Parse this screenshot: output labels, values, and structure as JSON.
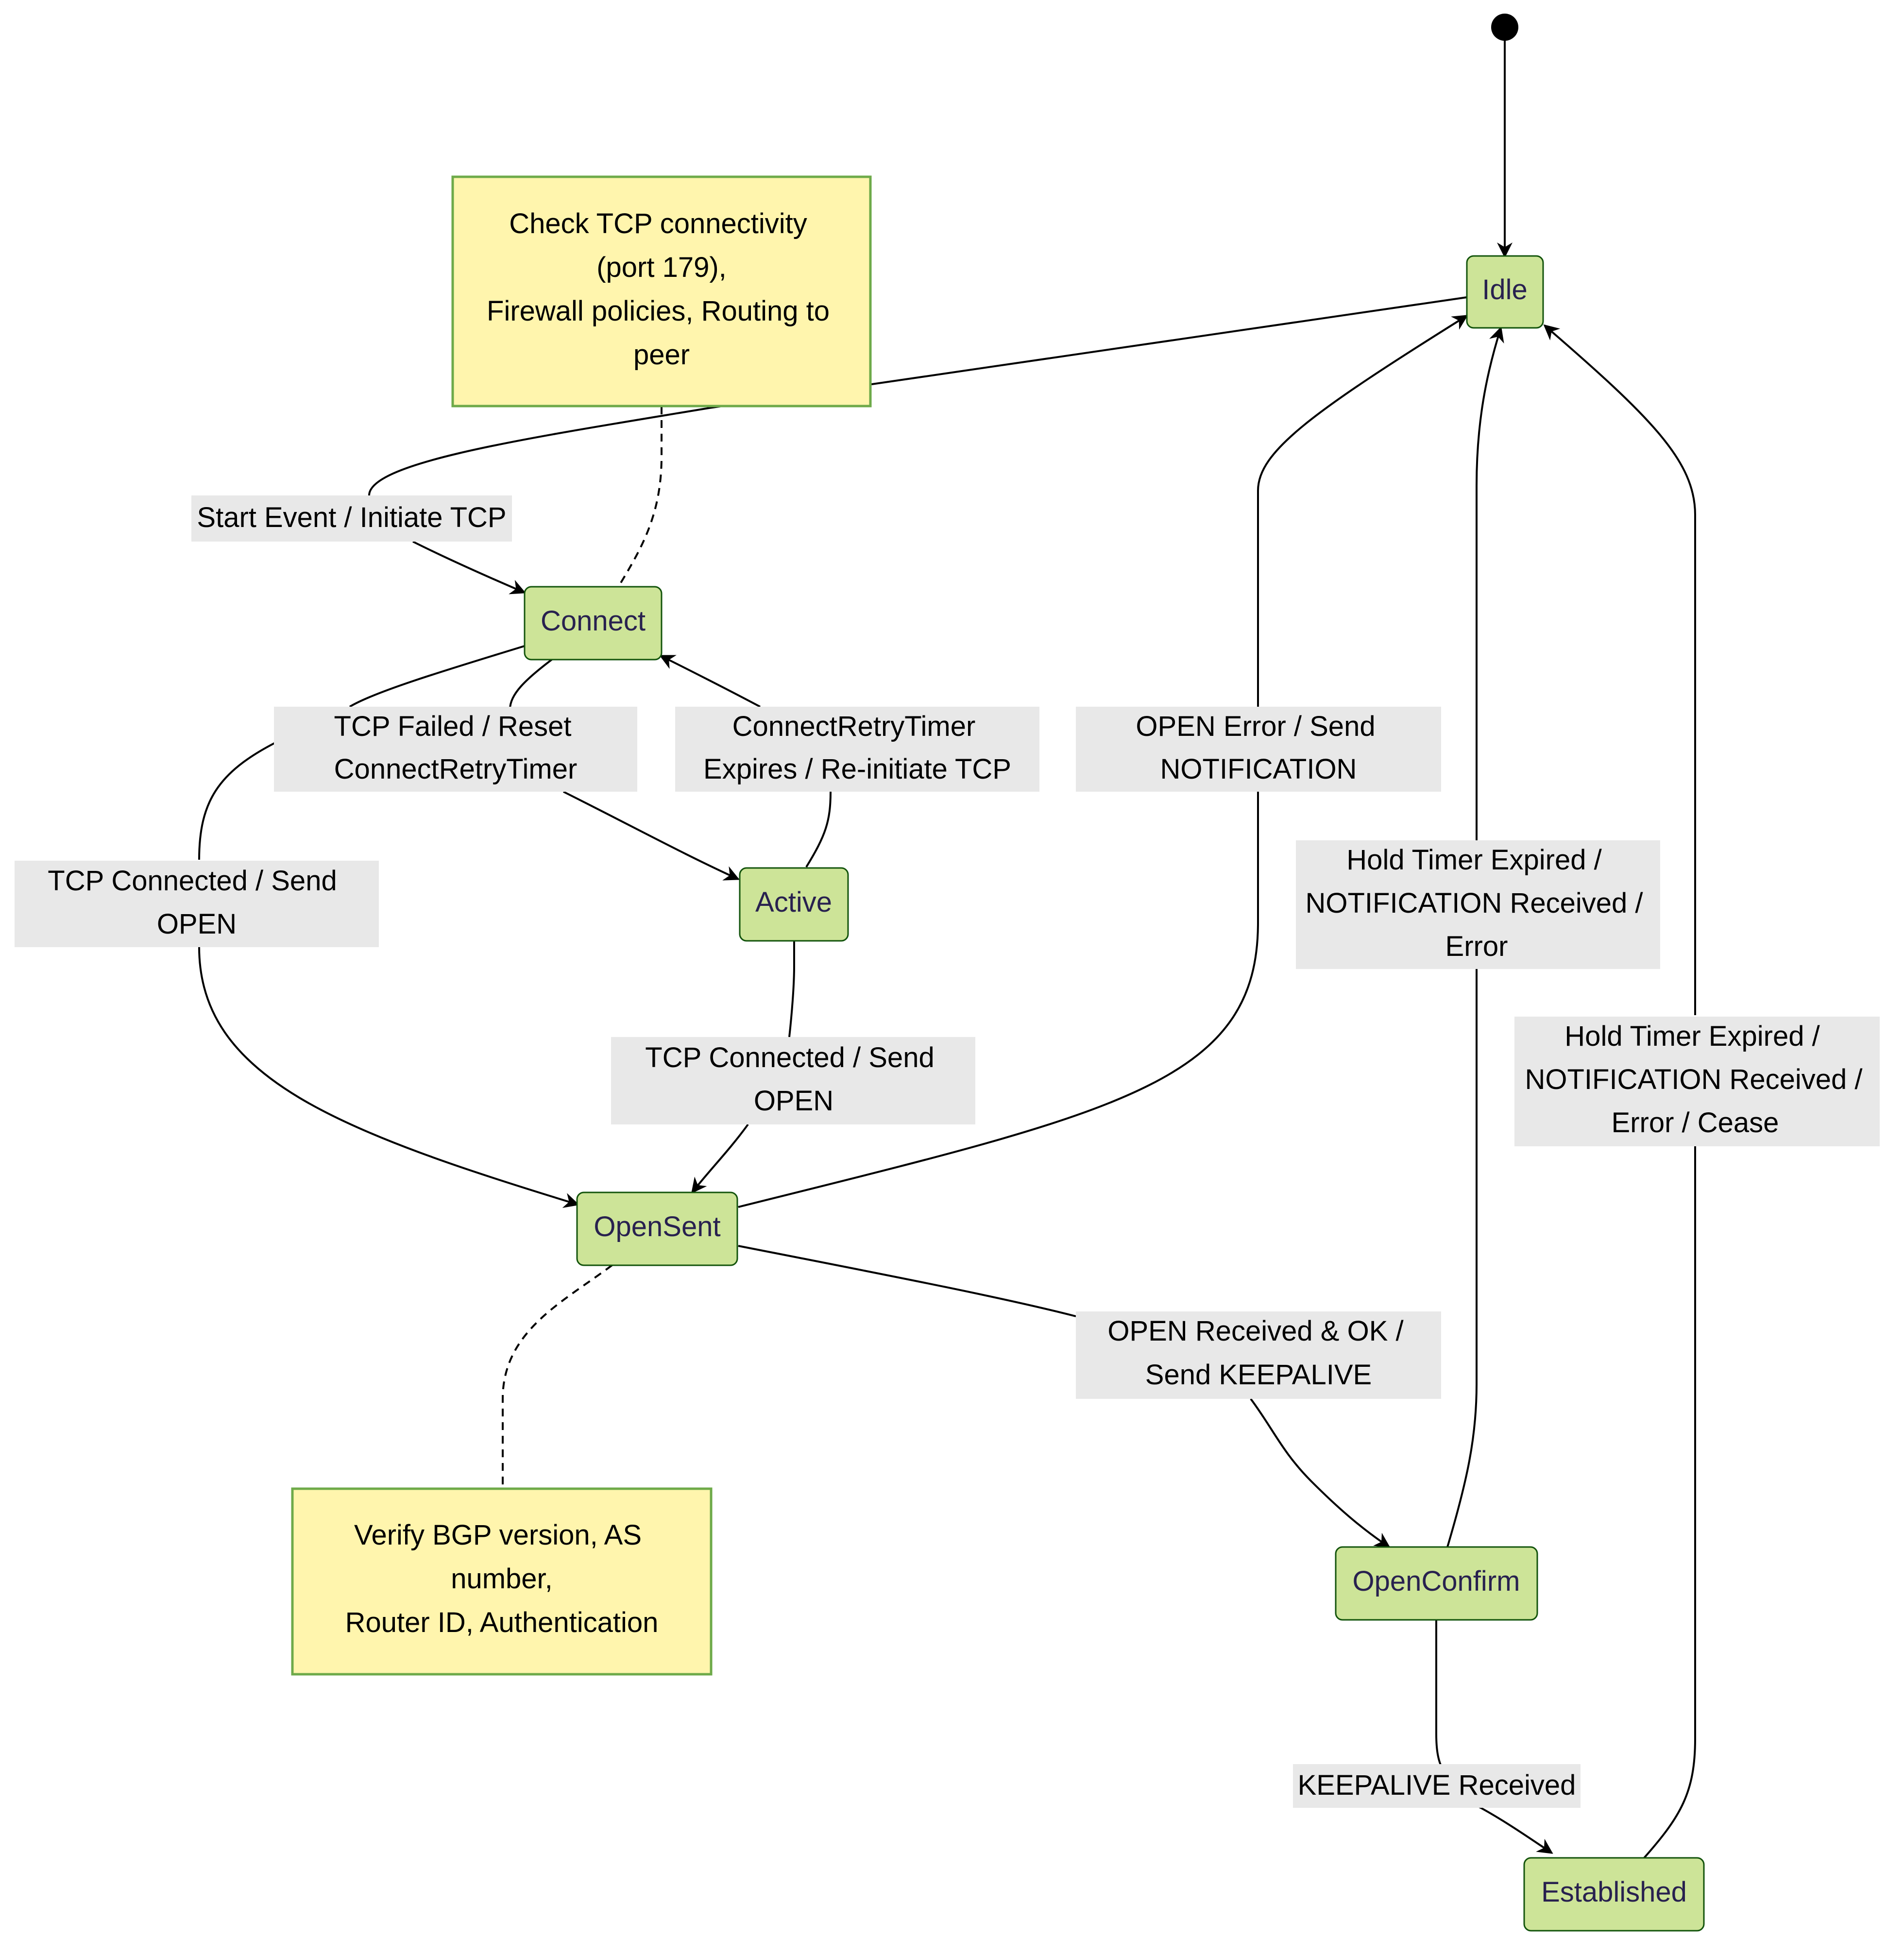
{
  "states": {
    "idle": "Idle",
    "connect": "Connect",
    "active": "Active",
    "opensent": "OpenSent",
    "openconfirm": "OpenConfirm",
    "established": "Established"
  },
  "notes": {
    "connect_note": [
      "Check TCP connectivity",
      "(port 179),",
      "Firewall policies, Routing to",
      "peer"
    ],
    "opensent_note": [
      "Verify BGP version, AS",
      "number,",
      "Router ID, Authentication"
    ]
  },
  "transitions": {
    "idle_to_connect": [
      "Start Event / Initiate TCP"
    ],
    "connect_to_active": [
      "TCP Failed / Reset",
      "ConnectRetryTimer"
    ],
    "active_to_connect": [
      "ConnectRetryTimer",
      "Expires / Re-initiate TCP"
    ],
    "opensent_to_idle": [
      "OPEN Error / Send",
      "NOTIFICATION"
    ],
    "connect_to_opensent": [
      "TCP Connected / Send",
      "OPEN"
    ],
    "openconfirm_to_idle": [
      "Hold Timer Expired /",
      "NOTIFICATION Received /",
      "Error"
    ],
    "established_to_idle": [
      "Hold Timer Expired /",
      "NOTIFICATION Received /",
      "Error / Cease"
    ],
    "active_to_opensent": [
      "TCP Connected / Send",
      "OPEN"
    ],
    "opensent_to_openconfirm": [
      "OPEN Received & OK /",
      "Send KEEPALIVE"
    ],
    "openconfirm_to_established": [
      "KEEPALIVE Received"
    ]
  },
  "colors": {
    "state_fill": "#cde498",
    "state_stroke": "#13540c",
    "state_text": "#28214f",
    "note_fill": "#fff5ad",
    "note_stroke": "#6eaa49",
    "label_bg": "#e8e8e8"
  }
}
